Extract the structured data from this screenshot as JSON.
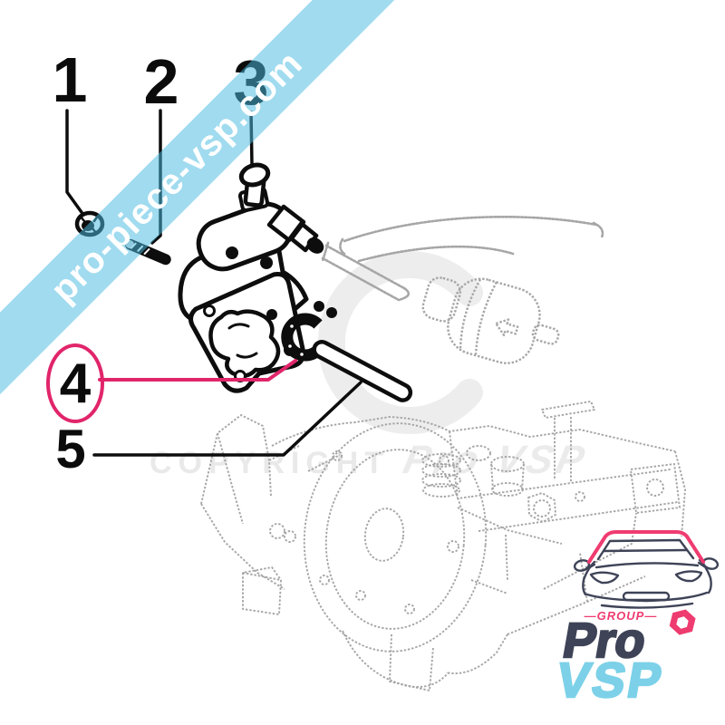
{
  "banner": {
    "text": "pro-piece-vsp.com"
  },
  "callouts": [
    {
      "label": "1",
      "highlighted": false
    },
    {
      "label": "2",
      "highlighted": false
    },
    {
      "label": "3",
      "highlighted": false
    },
    {
      "label": "4",
      "highlighted": true
    },
    {
      "label": "5",
      "highlighted": false
    }
  ],
  "watermark": {
    "copyright_text": "COPYRIGHT",
    "brand_text": "Pro VSP",
    "big_letter": "C"
  },
  "logo": {
    "group_label": "—GROUP—",
    "brand_top": "Pro",
    "brand_bottom": "VSP"
  },
  "colors": {
    "banner_blue": "#a7dbee",
    "accent_pink": "#e1256b",
    "logo_navy": "#3e4357",
    "logo_cyan": "#7cd1e8",
    "logo_pink": "#ef3c70",
    "line_black": "#0d0d0d",
    "sketch_gray": "#a6a6a6"
  }
}
